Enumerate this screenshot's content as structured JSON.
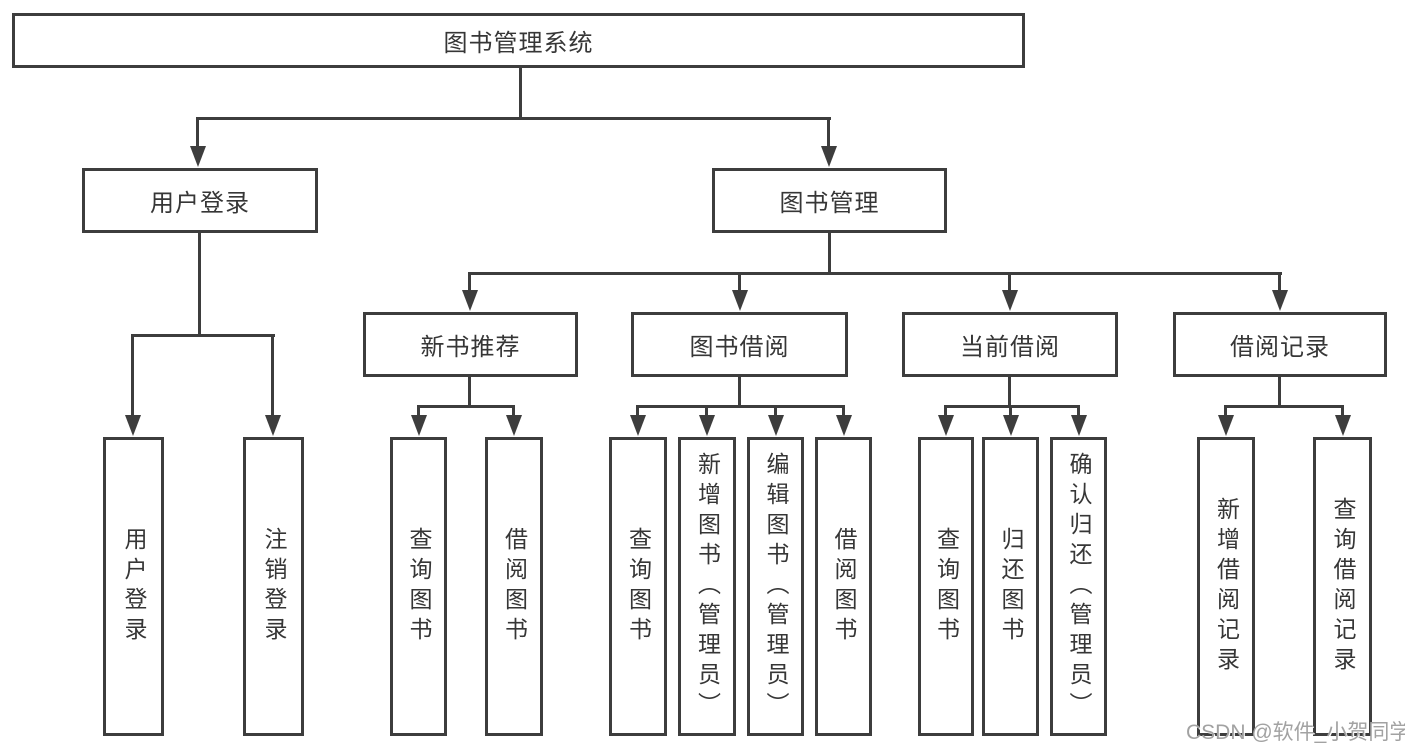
{
  "colors": {
    "line": "#3d3d3d",
    "text": "#363636",
    "watermark_text": "#a2a2a2",
    "background": "#ffffff"
  },
  "watermark": "CSDN @软件_小贺同学",
  "tree": {
    "root": {
      "label": "图书管理系统"
    },
    "branches": [
      {
        "label": "用户登录",
        "children": [
          {
            "label": "用户登录"
          },
          {
            "label": "注销登录"
          }
        ]
      },
      {
        "label": "图书管理",
        "children": [
          {
            "label": "新书推荐",
            "children": [
              {
                "label": "查询图书"
              },
              {
                "label": "借阅图书"
              }
            ]
          },
          {
            "label": "图书借阅",
            "children": [
              {
                "label": "查询图书"
              },
              {
                "label": "新增图书（管理员）"
              },
              {
                "label": "编辑图书（管理员）"
              },
              {
                "label": "借阅图书"
              }
            ]
          },
          {
            "label": "当前借阅",
            "children": [
              {
                "label": "查询图书"
              },
              {
                "label": "归还图书"
              },
              {
                "label": "确认归还（管理员）"
              }
            ]
          },
          {
            "label": "借阅记录",
            "children": [
              {
                "label": "新增借阅记录"
              },
              {
                "label": "查询借阅记录"
              }
            ]
          }
        ]
      }
    ]
  }
}
